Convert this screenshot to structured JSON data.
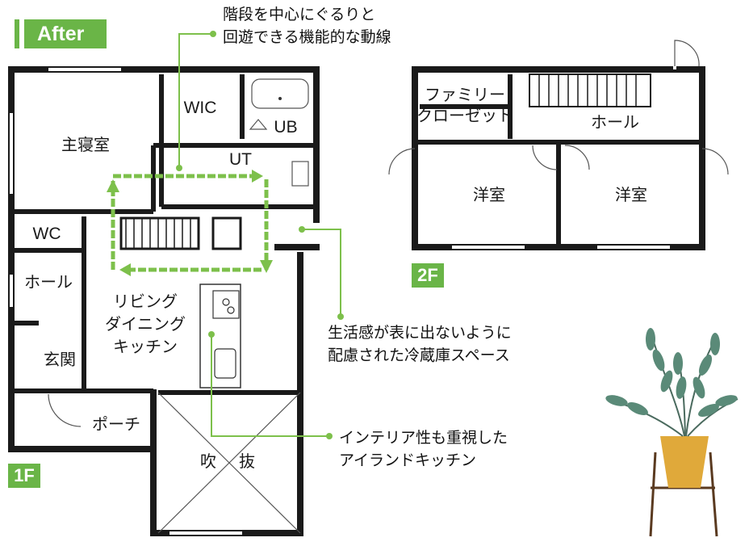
{
  "header": {
    "label": "After"
  },
  "floor1": {
    "tag": "1F",
    "rooms": {
      "master": "主寝室",
      "wic": "WIC",
      "ub": "UB",
      "ut": "UT",
      "wc": "WC",
      "hall": "ホール",
      "living_1": "リビング",
      "living_2": "ダイニング",
      "living_3": "キッチン",
      "entry": "玄関",
      "porch": "ポーチ",
      "void_1": "吹",
      "void_2": "抜"
    }
  },
  "floor2": {
    "tag": "2F",
    "rooms": {
      "closet_1": "ファミリー",
      "closet_2": "クローゼット",
      "hall": "ホール",
      "room_a": "洋室",
      "room_b": "洋室"
    }
  },
  "annotations": {
    "circulation": [
      "階段を中心にぐるりと",
      "回遊できる機能的な動線"
    ],
    "fridge": [
      "生活感が表に出ないように",
      "配慮された冷蔵庫スペース"
    ],
    "island": [
      "インテリア性も重視した",
      "アイランドキッチン"
    ]
  },
  "colors": {
    "accent_green": "#7dc04b",
    "tag_green": "#6ab547",
    "wall": "#1a1a1a",
    "pot": "#e0a93a",
    "leaf": "#5a8a78"
  },
  "icons": {
    "plant": "potted-plant-icon"
  }
}
